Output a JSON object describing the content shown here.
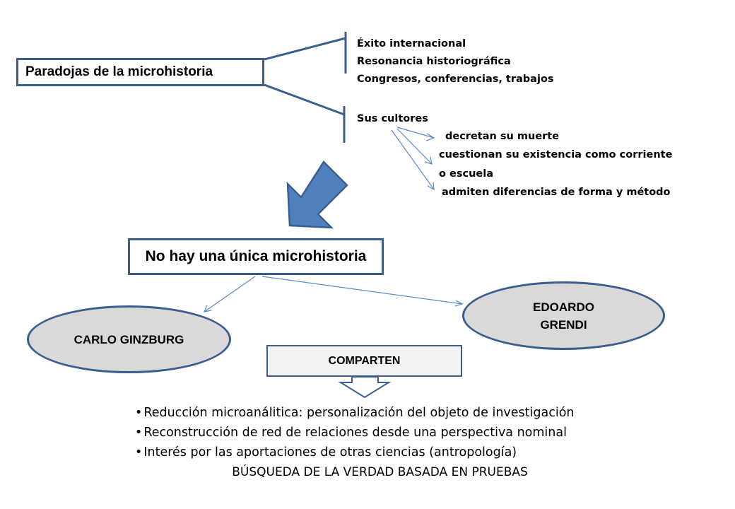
{
  "title": "Paradojas de la microhistoria",
  "group1": [
    "Éxito internacional",
    "Resonancia historiográfica",
    "Congresos, conferencias, trabajos"
  ],
  "group2": {
    "label": "Sus cultores",
    "items": [
      "decretan su muerte",
      "cuestionan su existencia como corriente",
      "o escuela",
      "admiten diferencias de forma y método"
    ]
  },
  "main_statement": "No hay una única microhistoria",
  "persons": {
    "left": "CARLO GINZBURG",
    "right_line1": "EDOARDO",
    "right_line2": "GRENDI"
  },
  "shared_label": "COMPARTEN",
  "shared_points": [
    "Reducción microanálitica: personalización del objeto de investigación",
    "Reconstrucción de red de relaciones desde una perspectiva nominal",
    "Interés por las aportaciones de otras ciencias (antropología)"
  ],
  "conclusion": "BÚSQUEDA DE LA VERDAD BASADA EN PRUEBAS",
  "colors": {
    "border": "#3a5f8f",
    "arrow_fill": "#4f81bd",
    "oval_fill": "#d9d9d9",
    "line": "#5b8ac6"
  }
}
